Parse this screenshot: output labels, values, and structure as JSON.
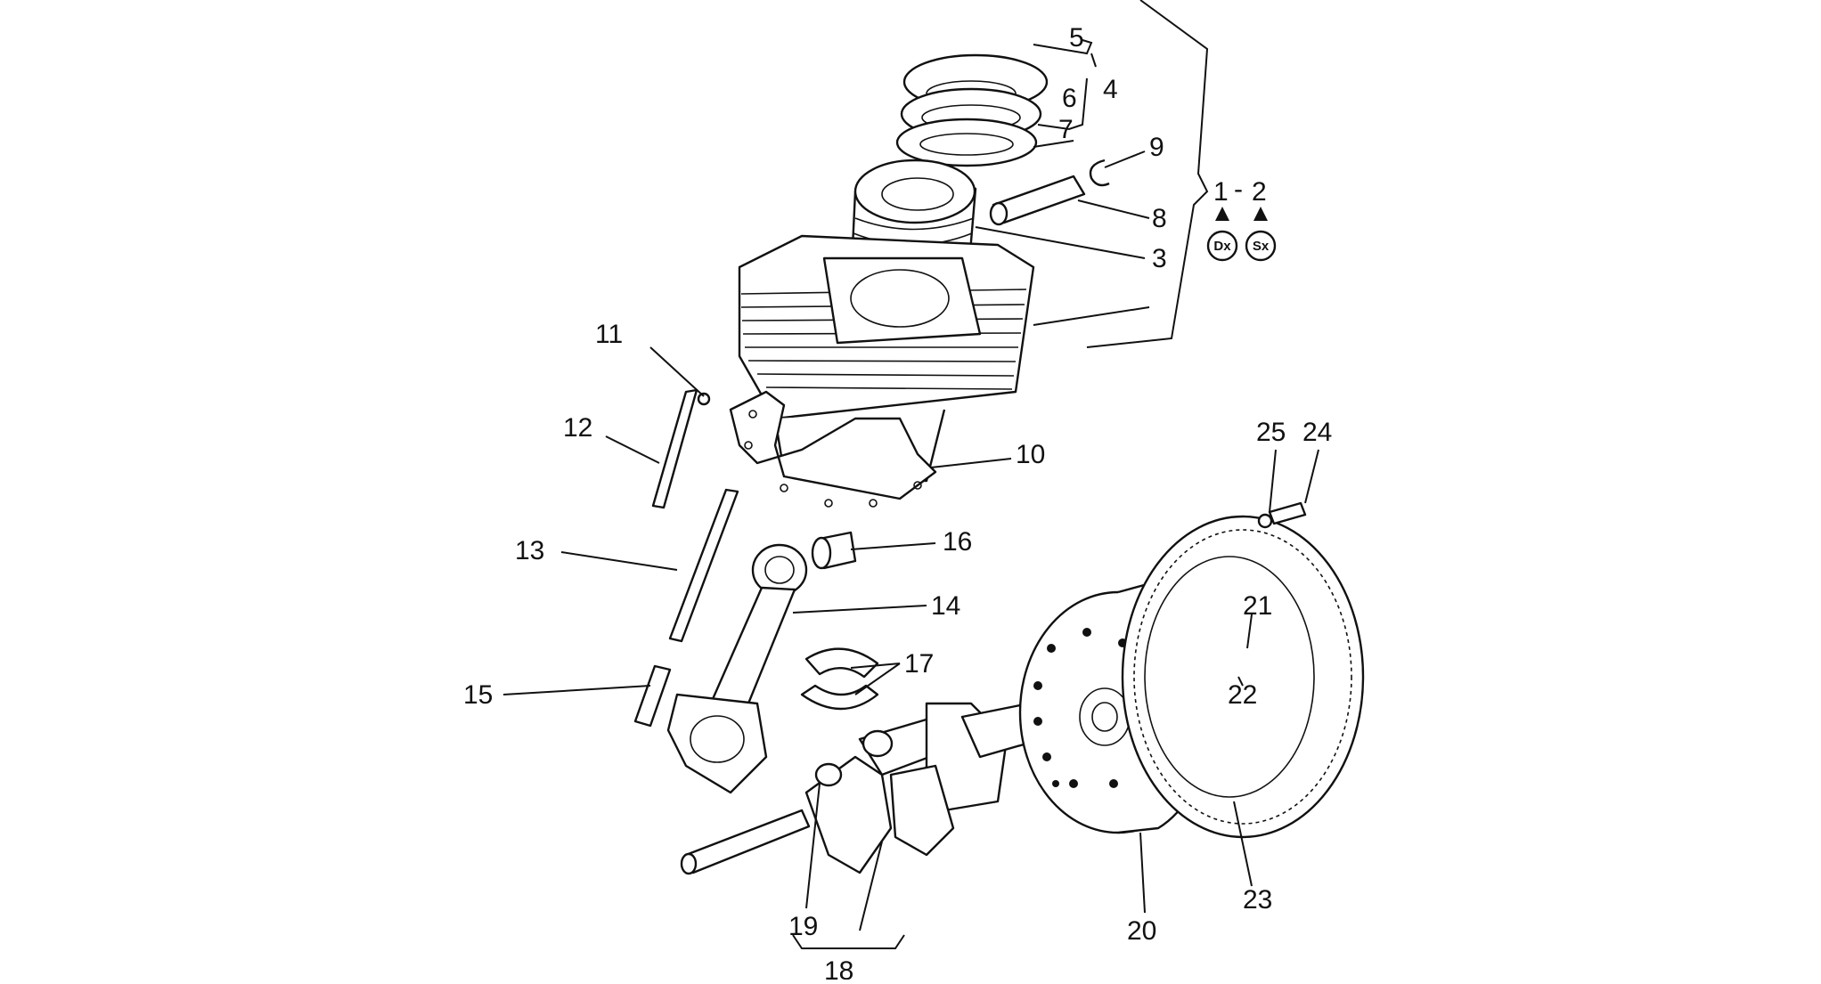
{
  "callouts": {
    "p1": "1",
    "dash": "-",
    "p2": "2",
    "p3": "3",
    "p4": "4",
    "p5": "5",
    "p6": "6",
    "p7": "7",
    "p8": "8",
    "p9": "9",
    "p10": "10",
    "p11": "11",
    "p12": "12",
    "p13": "13",
    "p14": "14",
    "p15": "15",
    "p16": "16",
    "p17": "17",
    "p18": "18",
    "p19": "19",
    "p20": "20",
    "p21": "21",
    "p22": "22",
    "p23": "23",
    "p24": "24",
    "p25": "25"
  },
  "badges": {
    "right": "Dx",
    "left": "Sx"
  },
  "colors": {
    "ink": "#111111",
    "paper": "#ffffff"
  }
}
